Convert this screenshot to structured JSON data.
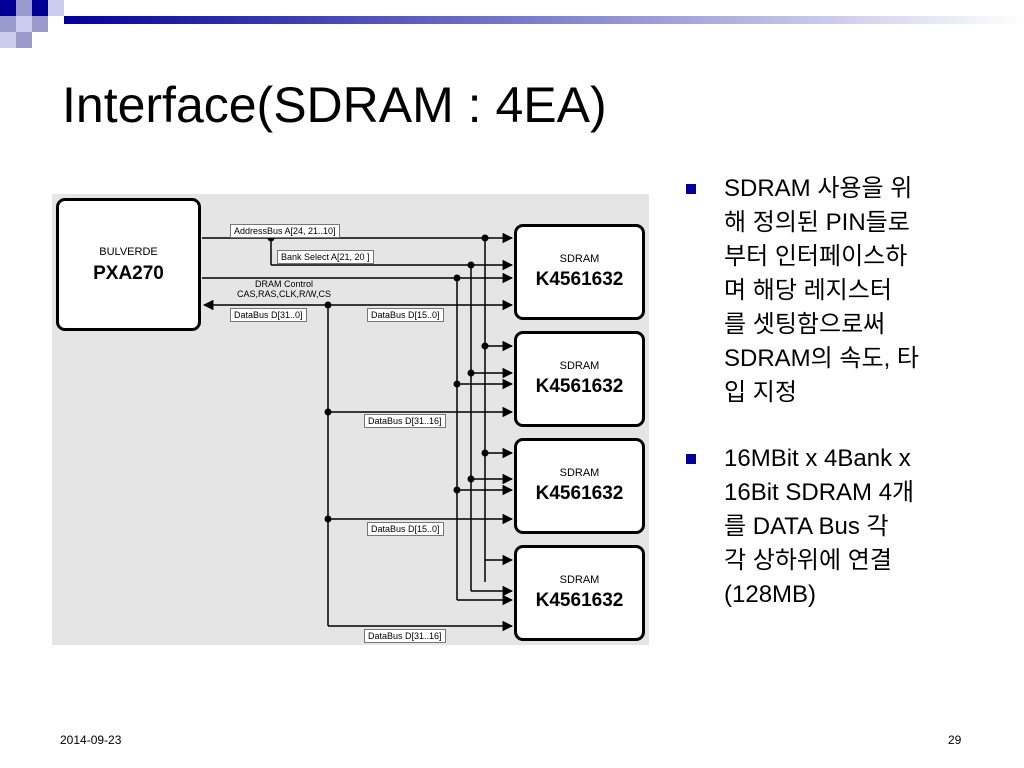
{
  "slide": {
    "title": "Interface(SDRAM : 4EA)",
    "date": "2014-09-23",
    "page_number": "29"
  },
  "colors": {
    "accent": "#000099",
    "diagram_bg": "#e5e5e5"
  },
  "diagram": {
    "cpu": {
      "subtitle": "BULVERDE",
      "name": "PXA270"
    },
    "sdram_chips": [
      {
        "subtitle": "SDRAM",
        "name": "K4561632"
      },
      {
        "subtitle": "SDRAM",
        "name": "K4561632"
      },
      {
        "subtitle": "SDRAM",
        "name": "K4561632"
      },
      {
        "subtitle": "SDRAM",
        "name": "K4561632"
      }
    ],
    "labels": {
      "address_bus": "AddressBus A[24, 21..10]",
      "bank_select": "Bank Select A[21, 20 ]",
      "dram_control": "DRAM Control",
      "dram_control_signals": "CAS,RAS,CLK,R/W,CS",
      "cpu_databus": "DataBus D[31..0]",
      "chip1_databus": "DataBus D[15..0]",
      "chip2_databus": "DataBus D[31..16]",
      "chip3_databus": "DataBus D[15..0]",
      "chip4_databus": "DataBus D[31..16]"
    }
  },
  "bullets": [
    {
      "lines": [
        "SDRAM 사용을 위",
        "해 정의된 PIN들로",
        "부터 인터페이스하",
        "며 해당 레지스터",
        "를 셋팅함으로써",
        "SDRAM의 속도, 타",
        "입 지정"
      ]
    },
    {
      "lines": [
        "16MBit x 4Bank x",
        "16Bit SDRAM 4개",
        "를 DATA Bus 각",
        "각 상하위에 연결",
        "(128MB)"
      ]
    }
  ]
}
